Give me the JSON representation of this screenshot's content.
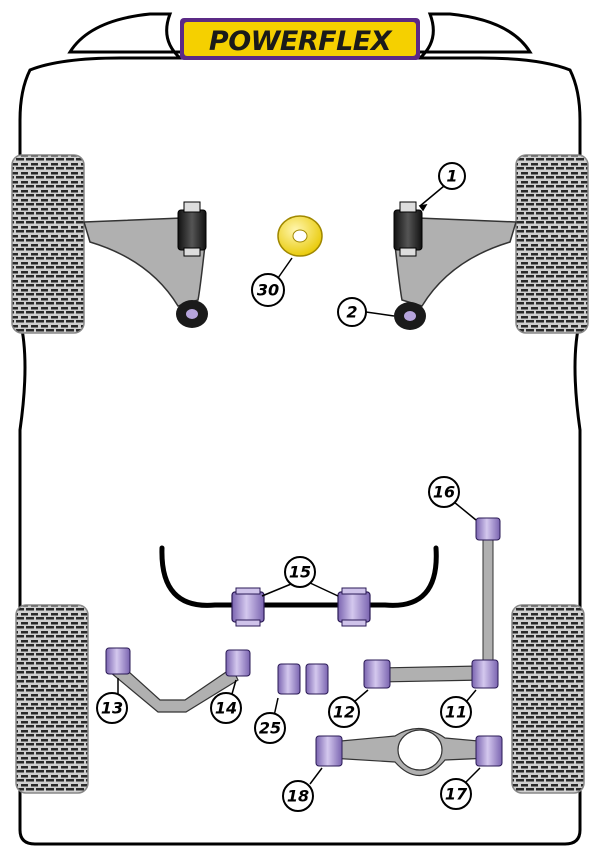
{
  "brand": {
    "logo_text": "POWERFLEX",
    "accent_color": "#f5d000",
    "bush_color": "#b6a4dc",
    "bush_dark": "#6f58a8",
    "arm_color": "#b2b2b2"
  },
  "callouts": [
    {
      "id": "1",
      "label": "1"
    },
    {
      "id": "2",
      "label": "2"
    },
    {
      "id": "30",
      "label": "30"
    },
    {
      "id": "16",
      "label": "16"
    },
    {
      "id": "15",
      "label": "15"
    },
    {
      "id": "13",
      "label": "13"
    },
    {
      "id": "14",
      "label": "14"
    },
    {
      "id": "25",
      "label": "25"
    },
    {
      "id": "12",
      "label": "12"
    },
    {
      "id": "11",
      "label": "11"
    },
    {
      "id": "18",
      "label": "18"
    },
    {
      "id": "17",
      "label": "17"
    }
  ]
}
